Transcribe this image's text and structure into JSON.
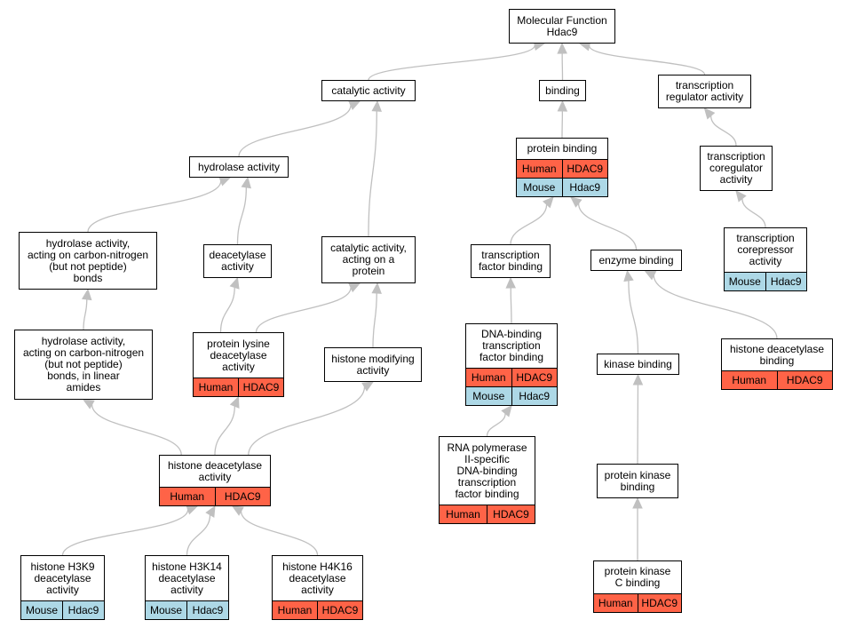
{
  "colors": {
    "human": "#ff6347",
    "mouse": "#add8e6",
    "edge": "#c0c0c0"
  },
  "nodes": {
    "root": {
      "label": "Molecular Function\nHdac9"
    },
    "catalytic": {
      "label": "catalytic activity"
    },
    "binding": {
      "label": "binding"
    },
    "txreg": {
      "label": "transcription\nregulator activity"
    },
    "hydrolase": {
      "label": "hydrolase activity"
    },
    "protbinding": {
      "label": "protein binding",
      "human": [
        "Human",
        "HDAC9"
      ],
      "mouse": [
        "Mouse",
        "Hdac9"
      ]
    },
    "txcoreg": {
      "label": "transcription\ncoregulator\nactivity"
    },
    "hydrolaseCN": {
      "label": "hydrolase activity,\nacting on carbon-nitrogen\n(but not peptide)\nbonds"
    },
    "deacetylase": {
      "label": "deacetylase\nactivity"
    },
    "catprotein": {
      "label": "catalytic activity,\nacting on a\nprotein"
    },
    "tfbinding": {
      "label": "transcription\nfactor binding"
    },
    "enzbinding": {
      "label": "enzyme binding"
    },
    "txcorep": {
      "label": "transcription\ncorepressor\nactivity",
      "mouse": [
        "Mouse",
        "Hdac9"
      ]
    },
    "hydrolaseLinear": {
      "label": "hydrolase activity,\nacting on carbon-nitrogen\n(but not peptide)\nbonds, in linear\namides"
    },
    "plysdeac": {
      "label": "protein lysine\ndeacetylase\nactivity",
      "human": [
        "Human",
        "HDAC9"
      ]
    },
    "histmod": {
      "label": "histone modifying\nactivity"
    },
    "dnabinding": {
      "label": "DNA-binding\ntranscription\nfactor binding",
      "human": [
        "Human",
        "HDAC9"
      ],
      "mouse": [
        "Mouse",
        "Hdac9"
      ]
    },
    "kinbinding": {
      "label": "kinase binding"
    },
    "hdacbinding": {
      "label": "histone deacetylase\nbinding",
      "human": [
        "Human",
        "HDAC9"
      ]
    },
    "hdacact": {
      "label": "histone deacetylase\nactivity",
      "human": [
        "Human",
        "HDAC9"
      ]
    },
    "rnapol": {
      "label": "RNA polymerase\nII-specific\nDNA-binding\ntranscription\nfactor binding",
      "human": [
        "Human",
        "HDAC9"
      ]
    },
    "pkbinding": {
      "label": "protein kinase\nbinding"
    },
    "h3k9": {
      "label": "histone H3K9\ndeacetylase\nactivity",
      "mouse": [
        "Mouse",
        "Hdac9"
      ]
    },
    "h3k14": {
      "label": "histone H3K14\ndeacetylase\nactivity",
      "mouse": [
        "Mouse",
        "Hdac9"
      ]
    },
    "h4k16": {
      "label": "histone H4K16\ndeacetylase\nactivity",
      "human": [
        "Human",
        "HDAC9"
      ]
    },
    "pkcbinding": {
      "label": "protein kinase\nC binding",
      "human": [
        "Human",
        "HDAC9"
      ]
    }
  },
  "edges": [
    [
      "catalytic",
      "root"
    ],
    [
      "binding",
      "root"
    ],
    [
      "txreg",
      "root"
    ],
    [
      "hydrolase",
      "catalytic"
    ],
    [
      "catprotein",
      "catalytic"
    ],
    [
      "protbinding",
      "binding"
    ],
    [
      "txcoreg",
      "txreg"
    ],
    [
      "hydrolaseCN",
      "hydrolase"
    ],
    [
      "deacetylase",
      "hydrolase"
    ],
    [
      "tfbinding",
      "protbinding"
    ],
    [
      "enzbinding",
      "protbinding"
    ],
    [
      "txcorep",
      "txcoreg"
    ],
    [
      "hydrolaseLinear",
      "hydrolaseCN"
    ],
    [
      "plysdeac",
      "deacetylase"
    ],
    [
      "plysdeac",
      "catprotein"
    ],
    [
      "histmod",
      "catprotein"
    ],
    [
      "dnabinding",
      "tfbinding"
    ],
    [
      "kinbinding",
      "enzbinding"
    ],
    [
      "hdacbinding",
      "enzbinding"
    ],
    [
      "hdacact",
      "hydrolaseLinear"
    ],
    [
      "hdacact",
      "plysdeac"
    ],
    [
      "hdacact",
      "histmod"
    ],
    [
      "rnapol",
      "dnabinding"
    ],
    [
      "pkbinding",
      "kinbinding"
    ],
    [
      "h3k9",
      "hdacact"
    ],
    [
      "h3k14",
      "hdacact"
    ],
    [
      "h4k16",
      "hdacact"
    ],
    [
      "pkcbinding",
      "pkbinding"
    ]
  ]
}
